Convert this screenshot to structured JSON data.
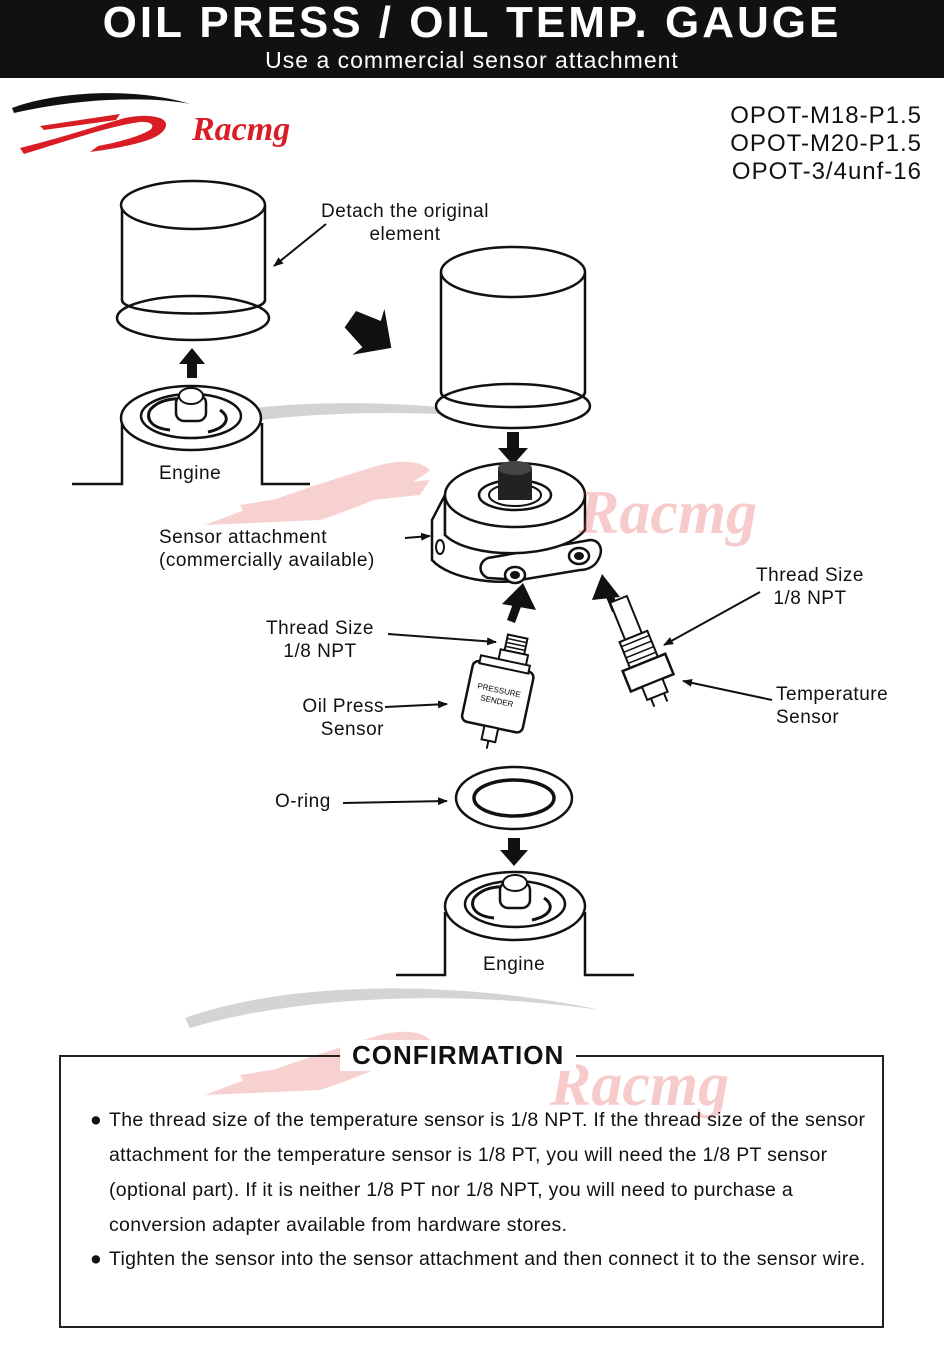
{
  "header": {
    "title": "OIL PRESS / OIL TEMP. GAUGE",
    "subtitle": "Use a commercial sensor attachment"
  },
  "brand": {
    "name": "Racmg"
  },
  "models": [
    "OPOT-M18-P1.5",
    "OPOT-M20-P1.5",
    "OPOT-3/4unf-16"
  ],
  "labels": {
    "detach_line1": "Detach the original",
    "detach_line2": "element",
    "engine_top": "Engine",
    "engine_bottom": "Engine",
    "attachment_line1": "Sensor attachment",
    "attachment_line2": "(commercially available)",
    "thread_left_line1": "Thread Size",
    "thread_left_line2": "1/8 NPT",
    "thread_right_line1": "Thread Size",
    "thread_right_line2": "1/8 NPT",
    "oil_press_line1": "Oil Press",
    "oil_press_line2": "Sensor",
    "temp_line1": "Temperature",
    "temp_line2": "Sensor",
    "oring": "O-ring",
    "pressure_sender_line1": "PRESSURE",
    "pressure_sender_line2": "SENDER"
  },
  "confirmation": {
    "title": "CONFIRMATION",
    "bullet": "●",
    "notes": [
      "The thread size of the temperature sensor is 1/8 NPT.  If the thread size of the sensor attachment for the temperature sensor is 1/8 PT, you will need the 1/8 PT sensor (optional part). If it is neither 1/8 PT nor 1/8 NPT, you will need to purchase a conversion adapter available from hardware stores.",
      "Tighten the sensor into the sensor attachment and then connect it to the sensor wire."
    ]
  },
  "colors": {
    "banner": "#111111",
    "brand_red": "#d81e24",
    "watermark": "#e04646",
    "arrow": "#111111"
  }
}
